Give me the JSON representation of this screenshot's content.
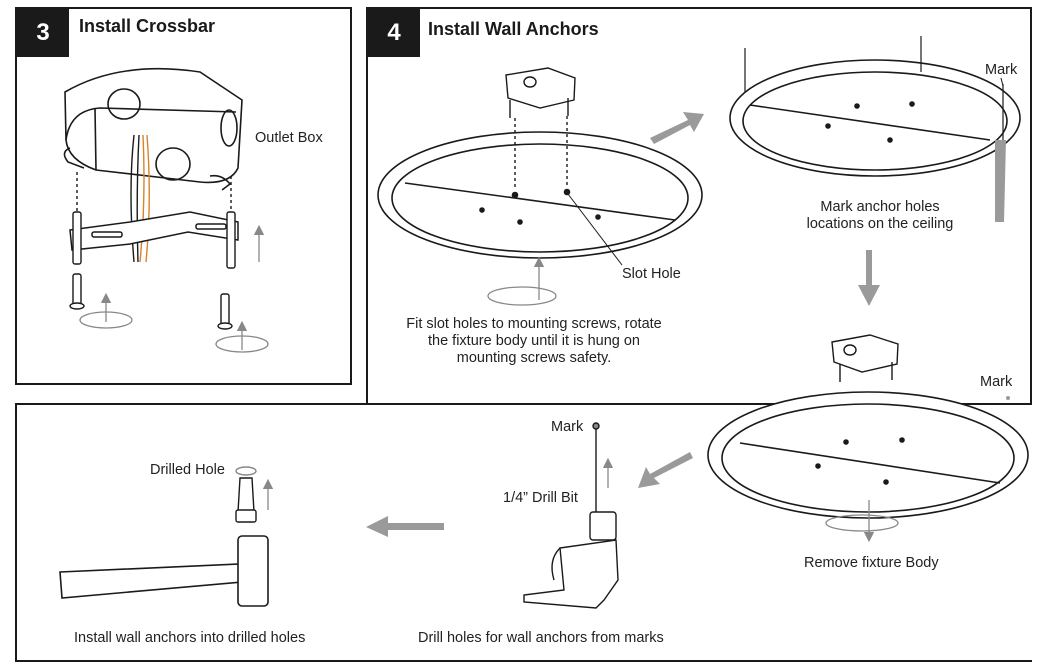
{
  "step3": {
    "number": "3",
    "title": "Install Crossbar",
    "outlet_box_label": "Outlet Box"
  },
  "step4": {
    "number": "4",
    "title": "Install Wall Anchors",
    "slot_hole_label": "Slot Hole",
    "fit_caption": [
      "Fit slot holes to mounting screws, rotate",
      "the fixture body until it is hung on",
      "mounting screws safety."
    ],
    "mark_label_top": "Mark",
    "mark_caption": [
      "Mark anchor holes",
      "locations on the ceiling"
    ],
    "mark_label_mid": "Mark",
    "remove_caption": "Remove fixture Body"
  },
  "bottom": {
    "mark_label": "Mark",
    "drill_bit_label": "1/4” Drill Bit",
    "drill_caption": "Drill holes for wall anchors from marks",
    "drilled_hole_label": "Drilled Hole",
    "install_caption": "Install wall anchors into drilled holes"
  },
  "colors": {
    "ink": "#1a1a1a",
    "arrow_gray": "#9a9a9a",
    "wire_orange": "#d9822b"
  }
}
